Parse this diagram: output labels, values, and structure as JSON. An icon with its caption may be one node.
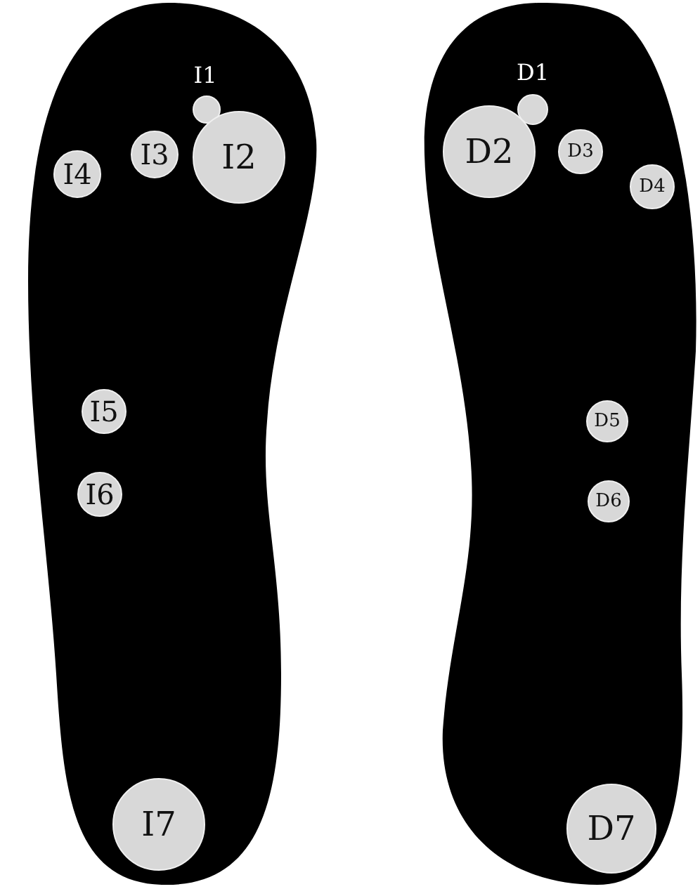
{
  "diagram": {
    "nodes": [
      {
        "text": [
          "I1"
        ]
      },
      {
        "text": [
          "I4"
        ]
      },
      {
        "text": [
          "I3"
        ]
      },
      {
        "text": [
          "I2"
        ]
      },
      {
        "text": [
          "I5"
        ]
      },
      {
        "text": [
          "I6"
        ]
      },
      {
        "text": [
          "I7"
        ]
      },
      {
        "text": [
          "D1"
        ]
      },
      {
        "text": [
          "D2"
        ]
      },
      {
        "text": [
          "D3"
        ]
      },
      {
        "text": [
          "D4"
        ]
      },
      {
        "text": [
          "D5"
        ]
      },
      {
        "text": [
          "D6"
        ]
      },
      {
        "text": [
          "D7"
        ]
      }
    ]
  }
}
